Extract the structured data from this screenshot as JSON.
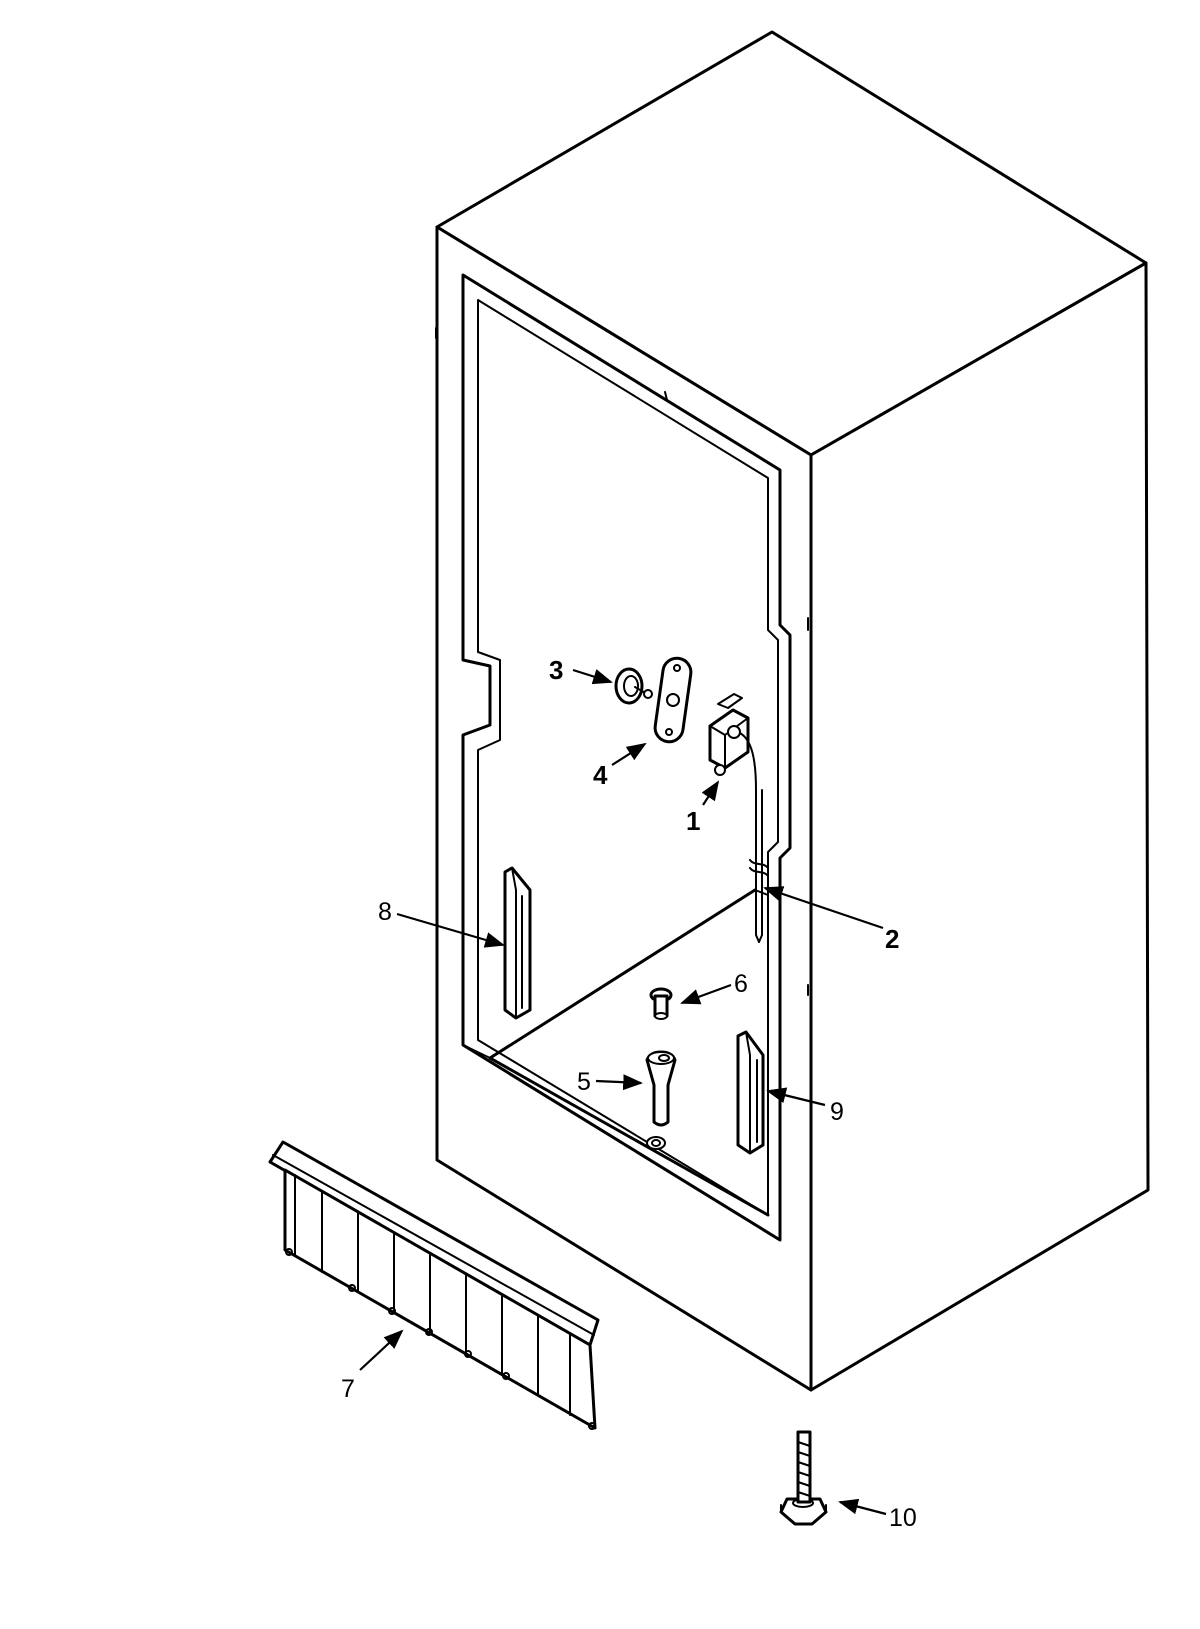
{
  "callouts": {
    "part_1": "1",
    "part_2": "2",
    "part_3": "3",
    "part_4": "4",
    "part_5": "5",
    "part_6": "6",
    "part_7": "7",
    "part_8": "8",
    "part_9": "9",
    "part_10": "10"
  }
}
